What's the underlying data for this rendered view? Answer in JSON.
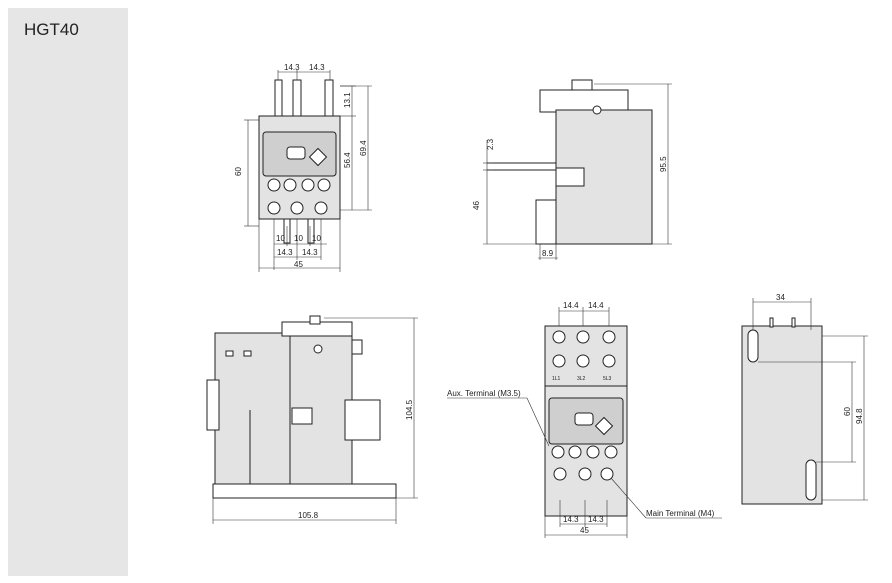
{
  "model": "HGT40",
  "front_view": {
    "top_pitch_1": "14.3",
    "top_pitch_2": "14.3",
    "terminal_height": "13.1",
    "height_from_terminal": "56.4",
    "height_total": "69.4",
    "body_height": "60",
    "lower_gap_1": "10",
    "lower_gap_2": "10",
    "lower_gap_3": "10",
    "bottom_pitch_1": "14.3",
    "bottom_pitch_2": "14.3",
    "width": "45"
  },
  "side_view": {
    "pin_offset": "2.3",
    "pin_height": "46",
    "total_height": "95.5",
    "foot": "8.9"
  },
  "mounted_side_view": {
    "height": "104.5",
    "length": "105.8"
  },
  "top_view": {
    "pitch_top_1": "14.4",
    "pitch_top_2": "14.4",
    "aux_terminal_label": "Aux. Terminal (M3.5)",
    "main_terminal_label": "Main Terminal (M4)",
    "pitch_bottom_1": "14.3",
    "pitch_bottom_2": "14.3",
    "width": "45",
    "marks": [
      "1L1",
      "3L2",
      "5L3"
    ]
  },
  "mounting_view": {
    "width": "34",
    "slot_pitch": "60",
    "height": "94.8"
  }
}
